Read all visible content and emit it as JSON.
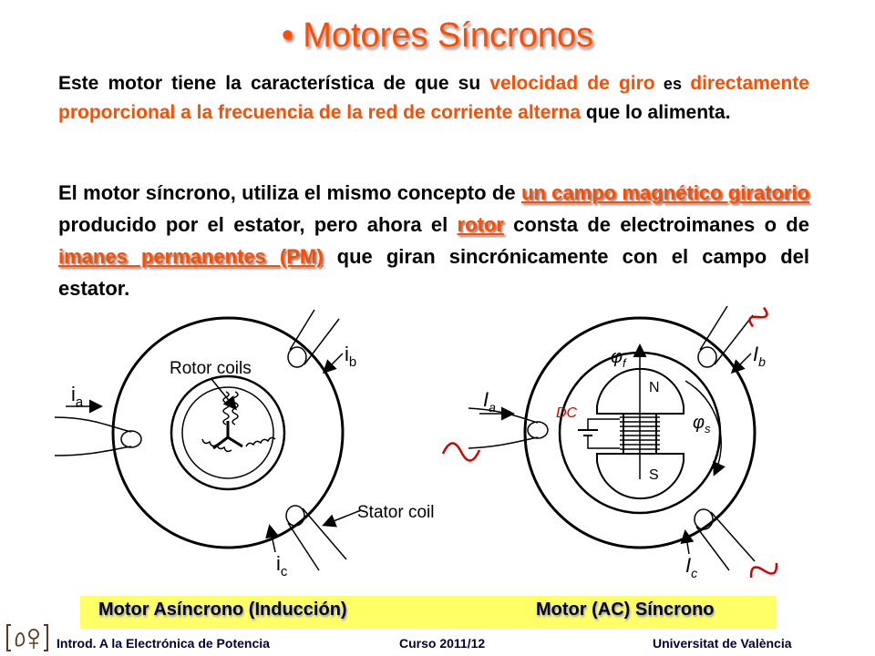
{
  "title": "Motores Síncronos",
  "paragraph1": {
    "t1": "Este motor tiene la característica de que su ",
    "t2": "velocidad de giro",
    "t3": " es ",
    "t4": "directamente proporcional a la frecuencia de la red de corriente alterna",
    "t5": " que lo alimenta."
  },
  "paragraph2": {
    "t1": "El motor síncrono, utiliza el mismo concepto de ",
    "t2": "un campo magnético giratorio",
    "t3": " producido por el estator, pero ahora el ",
    "t4": "rotor",
    "t5": " consta de electroimanes o de ",
    "t6": "imanes permanentes (PM)",
    "t7": " que giran sincrónicamente con el campo del estator."
  },
  "diagram_left": {
    "rotor_coils": "Rotor coils",
    "stator_coil": "Stator coil",
    "ia": "i",
    "ia_sub": "a",
    "ib": "i",
    "ib_sub": "b",
    "ic": "i",
    "ic_sub": "c"
  },
  "diagram_right": {
    "Ia": "I",
    "Ia_sub": "a",
    "Ib": "I",
    "Ib_sub": "b",
    "Ic": "I",
    "Ic_sub": "c",
    "phi_f": "φ",
    "phi_f_sub": "f",
    "phi_s": "φ",
    "phi_s_sub": "s",
    "north": "N",
    "south": "S",
    "dc": "DC"
  },
  "captions": {
    "left": "Motor Asíncrono (Inducción)",
    "right": "Motor  (AC) Síncrono"
  },
  "footer": {
    "left": "Introd. A la Electrónica de Potencia",
    "center": "Curso 2011/12",
    "right": "Universitat de València"
  },
  "colors": {
    "accent": "#ff4d00",
    "caption_bar": "#ffff66",
    "footer_text": "#000033"
  }
}
